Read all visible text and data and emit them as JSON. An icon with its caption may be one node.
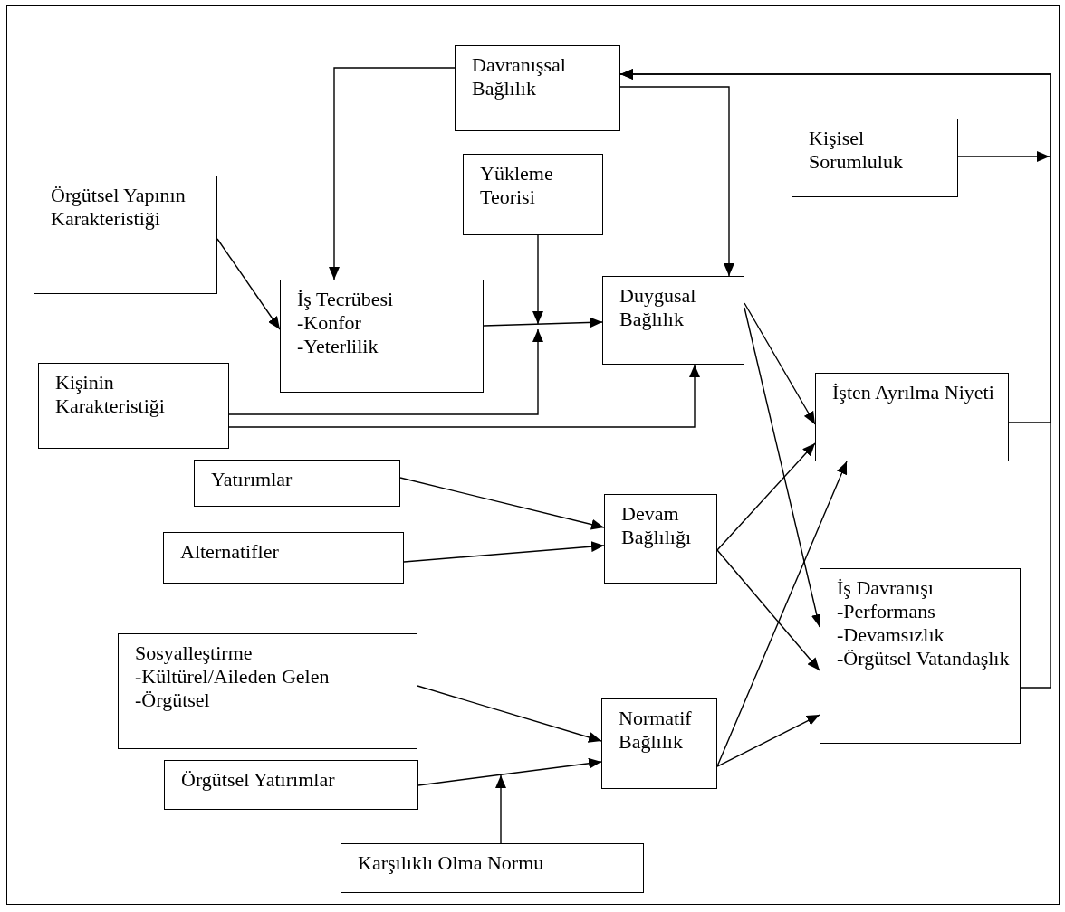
{
  "diagram": {
    "nodes": [
      {
        "text": [
          "Davranışsal Bağlılık"
        ]
      },
      {
        "text": [
          "Kişisel Sorumluluk"
        ]
      },
      {
        "text": [
          "Örgütsel Yapının Karakteristiği"
        ]
      },
      {
        "text": [
          "Yükleme Teorisi"
        ]
      },
      {
        "text": [
          "İş Tecrübesi",
          "-Konfor",
          "-Yeterlilik"
        ]
      },
      {
        "text": [
          "Duygusal Bağlılık"
        ]
      },
      {
        "text": [
          "Kişinin Karakteristiği"
        ]
      },
      {
        "text": [
          "İşten Ayrılma Niyeti"
        ]
      },
      {
        "text": [
          "Yatırımlar"
        ]
      },
      {
        "text": [
          "Alternatifler"
        ]
      },
      {
        "text": [
          "Devam Bağlılığı"
        ]
      },
      {
        "text": [
          "İş Davranışı",
          "-Performans",
          "-Devamsızlık",
          "-Örgütsel Vatandaşlık"
        ]
      },
      {
        "text": [
          "Sosyalleştirme",
          "-Kültürel/Aileden Gelen",
          "-Örgütsel"
        ]
      },
      {
        "text": [
          "Normatif Bağlılık"
        ]
      },
      {
        "text": [
          "Örgütsel Yatırımlar"
        ]
      },
      {
        "text": [
          "Karşılıklı Olma Normu"
        ]
      }
    ],
    "edges": [
      {
        "from": 0,
        "to": 4,
        "arrow": "to"
      },
      {
        "from": 0,
        "to": 5,
        "arrow": "to"
      },
      {
        "from": 7,
        "to": 0,
        "arrow": "to"
      },
      {
        "from": 11,
        "to": 0,
        "arrow": "to"
      },
      {
        "from": 1,
        "to": null,
        "arrow": "to"
      },
      {
        "from": 2,
        "to": 4,
        "arrow": "to"
      },
      {
        "from": 4,
        "to": 5,
        "arrow": "to"
      },
      {
        "from": 3,
        "to": null,
        "arrow": "to"
      },
      {
        "from": 6,
        "to": null,
        "arrow": "to"
      },
      {
        "from": 6,
        "to": 5,
        "arrow": "to"
      },
      {
        "from": 5,
        "to": 7,
        "arrow": "to"
      },
      {
        "from": 5,
        "to": 11,
        "arrow": "to"
      },
      {
        "from": 8,
        "to": 10,
        "arrow": "to"
      },
      {
        "from": 9,
        "to": 10,
        "arrow": "to"
      },
      {
        "from": 10,
        "to": 7,
        "arrow": "to"
      },
      {
        "from": 10,
        "to": 11,
        "arrow": "to"
      },
      {
        "from": 12,
        "to": 13,
        "arrow": "to"
      },
      {
        "from": 14,
        "to": 13,
        "arrow": "to"
      },
      {
        "from": 15,
        "to": null,
        "arrow": "to"
      },
      {
        "from": 13,
        "to": 7,
        "arrow": "to"
      },
      {
        "from": 13,
        "to": 11,
        "arrow": "to"
      }
    ]
  }
}
